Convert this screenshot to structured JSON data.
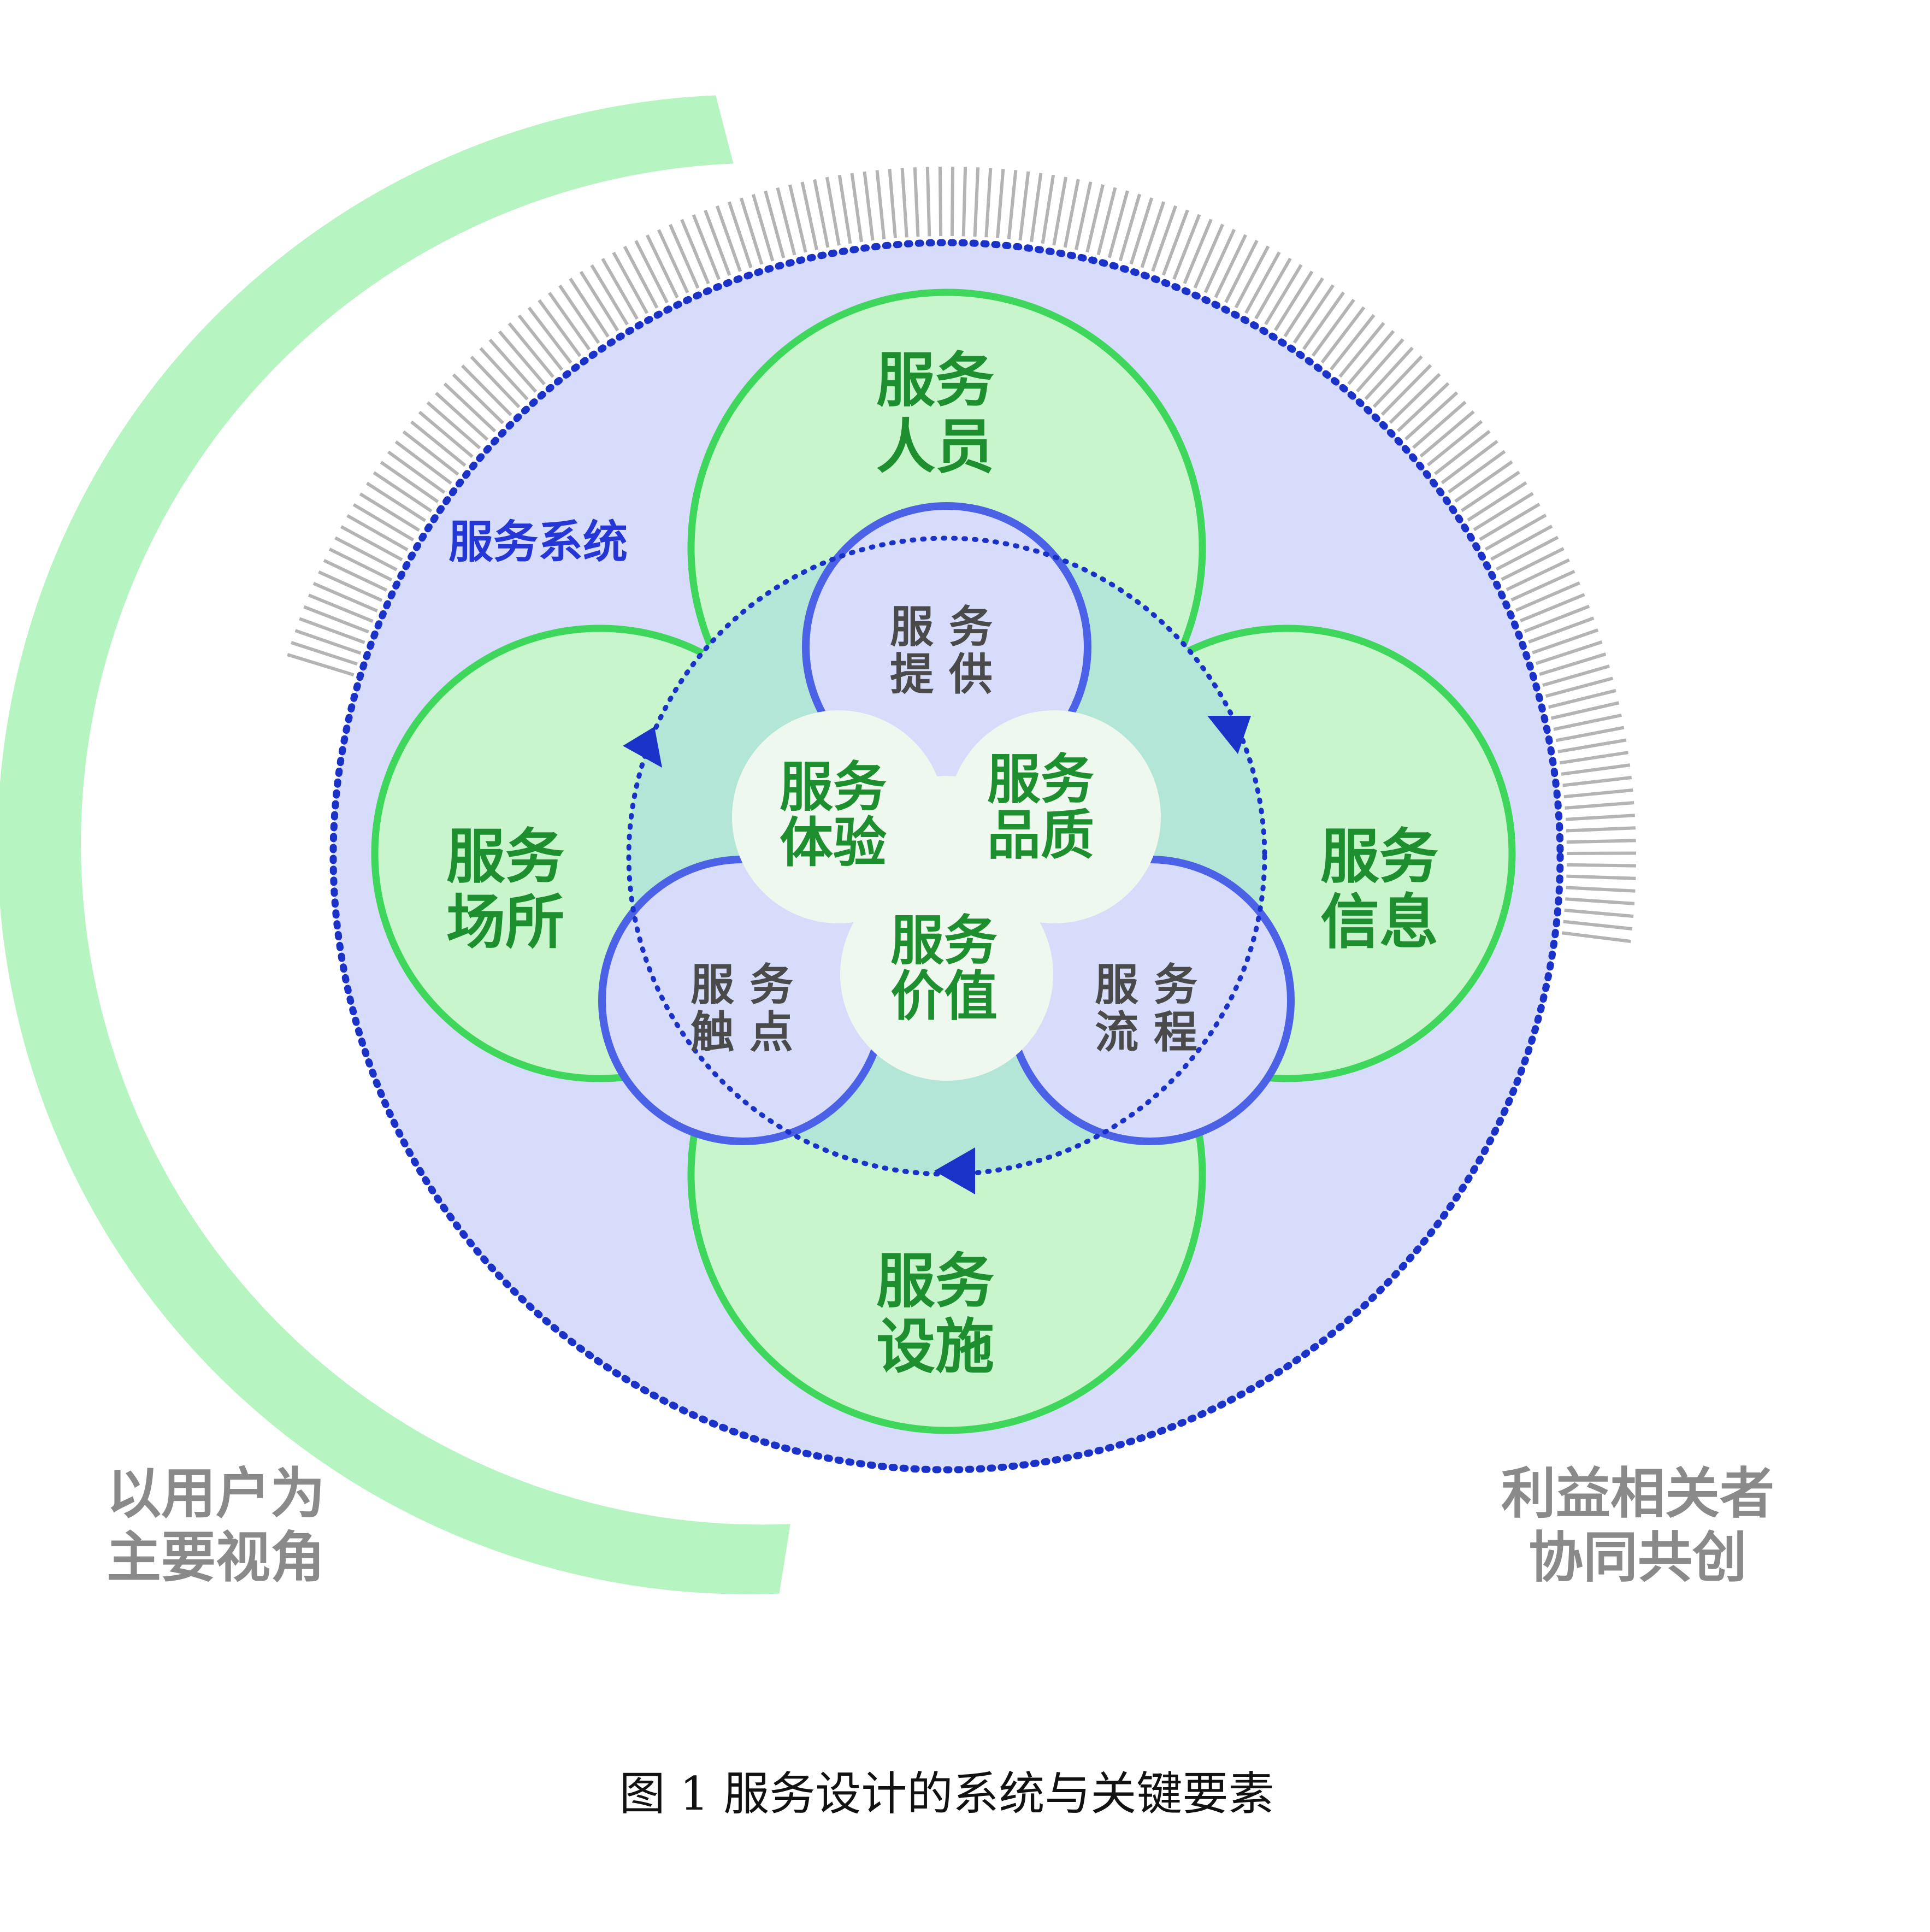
{
  "outer": {
    "user_perspective": [
      "以用户为",
      "主要视角"
    ],
    "stakeholders": [
      "利益相关者",
      "协同共创"
    ]
  },
  "system": {
    "label": "服务系统"
  },
  "outer_elements": {
    "top": [
      "服务",
      "人员"
    ],
    "left": [
      "服务",
      "场所"
    ],
    "right": [
      "服务",
      "信息"
    ],
    "bottom": [
      "服务",
      "设施"
    ]
  },
  "process_elements": {
    "top": [
      "服 务",
      "提 供"
    ],
    "left": [
      "服 务",
      "触 点"
    ],
    "right": [
      "服 务",
      "流 程"
    ]
  },
  "core": {
    "experience": [
      "服务",
      "体验"
    ],
    "quality": [
      "服务",
      "品质"
    ],
    "value": [
      "服务",
      "价值"
    ]
  },
  "caption": "图 1 服务设计的系统与关键要素",
  "colors": {
    "green_stroke": "#3fd65c",
    "green_fill": "#c8f5cc",
    "green_text": "#1e8f2e",
    "blue_fill": "#d6dcfa",
    "blue_stroke": "#4c62e6",
    "blue_dots": "#1a32c8",
    "teal_fill": "#b3e6d6",
    "core_fill": "#eef8ee",
    "arc_green": "#b6f5c2",
    "tick_gray": "#b4b4b4",
    "label_gray": "#8a8a8a",
    "process_text": "#4a4a4a"
  }
}
